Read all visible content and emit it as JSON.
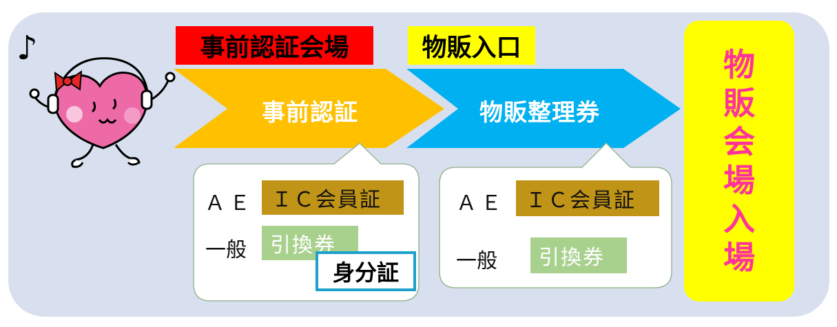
{
  "colors": {
    "panel": "#d8e0ef",
    "arrow_orange": "#ffc000",
    "arrow_blue": "#00b0f0",
    "red_label": "#ff0000",
    "yellow_label": "#ffff00",
    "chip_brown": "#c09416",
    "chip_green": "#a9d18e",
    "id_border": "#1da0cc",
    "entrance_text": "#ff3399"
  },
  "labels": {
    "pre_auth_venue": "事前認証会場",
    "merch_entrance": "物販入口"
  },
  "arrows": {
    "pre_auth": "事前認証",
    "merch_ticket": "物販整理券"
  },
  "left_callout": {
    "ae_label": "ＡＥ",
    "ae_chip": "ＩＣ会員証",
    "general_label": "一般",
    "general_chip": "引換券",
    "id_label": "身分証"
  },
  "right_callout": {
    "ae_label": "ＡＥ",
    "ae_chip": "ＩＣ会員証",
    "general_label": "一般",
    "general_chip": "引換券"
  },
  "entrance": {
    "chars": [
      "物",
      "販",
      "会",
      "場",
      "入",
      "場"
    ]
  },
  "mascot": {
    "icon": "heart-mascot-with-headphones-icon",
    "note_icon": "music-note-icon",
    "note": "♪"
  }
}
